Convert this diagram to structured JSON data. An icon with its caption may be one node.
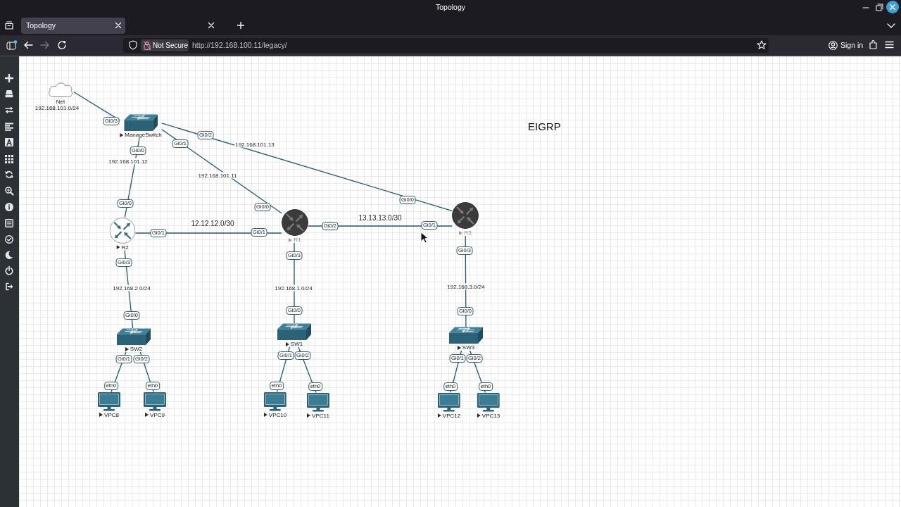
{
  "diagram": {
    "title": "EIGRP",
    "nodes": [
      {
        "text": [
          "Net"
        ],
        "beside": [
          "192.168.101.0/24"
        ]
      },
      {
        "text": [
          "ManageSwitch"
        ]
      },
      {
        "text": [
          "R2"
        ]
      },
      {
        "text": [
          "R1"
        ]
      },
      {
        "text": [
          "R3"
        ]
      },
      {
        "text": [
          "SW2"
        ]
      },
      {
        "text": [
          "SW1"
        ]
      },
      {
        "text": [
          "SW3"
        ]
      },
      {
        "text": [
          "VPC8"
        ]
      },
      {
        "text": [
          "VPC9"
        ]
      },
      {
        "text": [
          "VPC10"
        ]
      },
      {
        "text": [
          "VPC11"
        ]
      },
      {
        "text": [
          "VPC12"
        ]
      },
      {
        "text": [
          "VPC13"
        ]
      }
    ],
    "edges": [
      {
        "from": 0,
        "to": 1,
        "arrow": "none"
      },
      {
        "from": 1,
        "to": 4,
        "arrow": "none",
        "label": "192.168.101.13"
      },
      {
        "from": 1,
        "to": 3,
        "arrow": "none",
        "label": "192.168.101.11"
      },
      {
        "from": 1,
        "to": 2,
        "arrow": "none",
        "label": "192.168.101.12"
      },
      {
        "from": 2,
        "to": 3,
        "arrow": "none",
        "label": "12.12.12.0/30"
      },
      {
        "from": 3,
        "to": 4,
        "arrow": "none",
        "label": "13.13.13.0/30"
      },
      {
        "from": 2,
        "to": 5,
        "arrow": "none",
        "label": "192.168.2.0/24"
      },
      {
        "from": 3,
        "to": 6,
        "arrow": "none",
        "label": "192.168.1.0/24"
      },
      {
        "from": 4,
        "to": 7,
        "arrow": "none",
        "label": "192.168.3.0/24"
      },
      {
        "from": 5,
        "to": 8,
        "arrow": "none"
      },
      {
        "from": 5,
        "to": 9,
        "arrow": "none"
      },
      {
        "from": 6,
        "to": 10,
        "arrow": "none"
      },
      {
        "from": 6,
        "to": 11,
        "arrow": "none"
      },
      {
        "from": 7,
        "to": 12,
        "arrow": "none"
      },
      {
        "from": 7,
        "to": 13,
        "arrow": "none"
      }
    ],
    "labels": [
      "Topology",
      "Topology",
      "Not Secure",
      "http://192.168.100.11/legacy/",
      "Sign in",
      "Gi0/3",
      "Gi0/0",
      "Gi0/1",
      "Gi0/2",
      "Gi0/0",
      "Gi0/0",
      "Gi0/0",
      "Gi0/1",
      "Gi0/1",
      "Gi0/2",
      "Gi0/1",
      "Gi0/3",
      "Gi0/3",
      "Gi0/3",
      "Gi0/0",
      "Gi0/0",
      "Gi0/0",
      "Gi0/1",
      "Gi0/2",
      "Gi0/1",
      "Gi0/2",
      "Gi0/1",
      "Gi0/2",
      "eth0",
      "eth0",
      "eth0",
      "eth0",
      "eth0",
      "eth0"
    ]
  }
}
